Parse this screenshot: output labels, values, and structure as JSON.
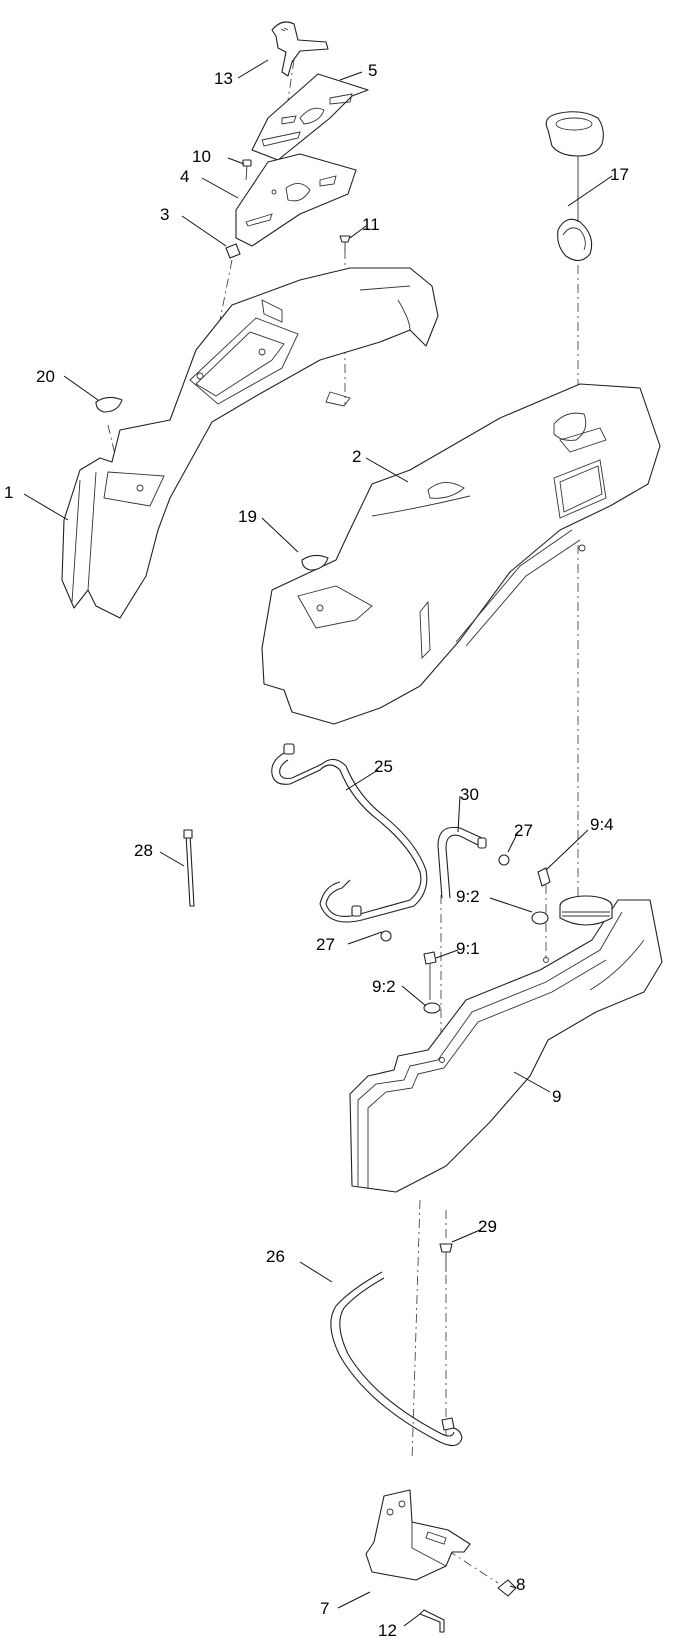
{
  "callouts": {
    "c1": "1",
    "c2": "2",
    "c3": "3",
    "c4": "4",
    "c5": "5",
    "c7": "7",
    "c8": "8",
    "c9": "9",
    "c10": "10",
    "c11": "11",
    "c12": "12",
    "c13": "13",
    "c17": "17",
    "c19": "19",
    "c20": "20",
    "c25": "25",
    "c26": "26",
    "c27a": "27",
    "c27b": "27",
    "c28": "28",
    "c29": "29",
    "c30": "30",
    "c9_1": "9:1",
    "c9_2a": "9:2",
    "c9_2b": "9:2",
    "c9_4": "9:4"
  }
}
